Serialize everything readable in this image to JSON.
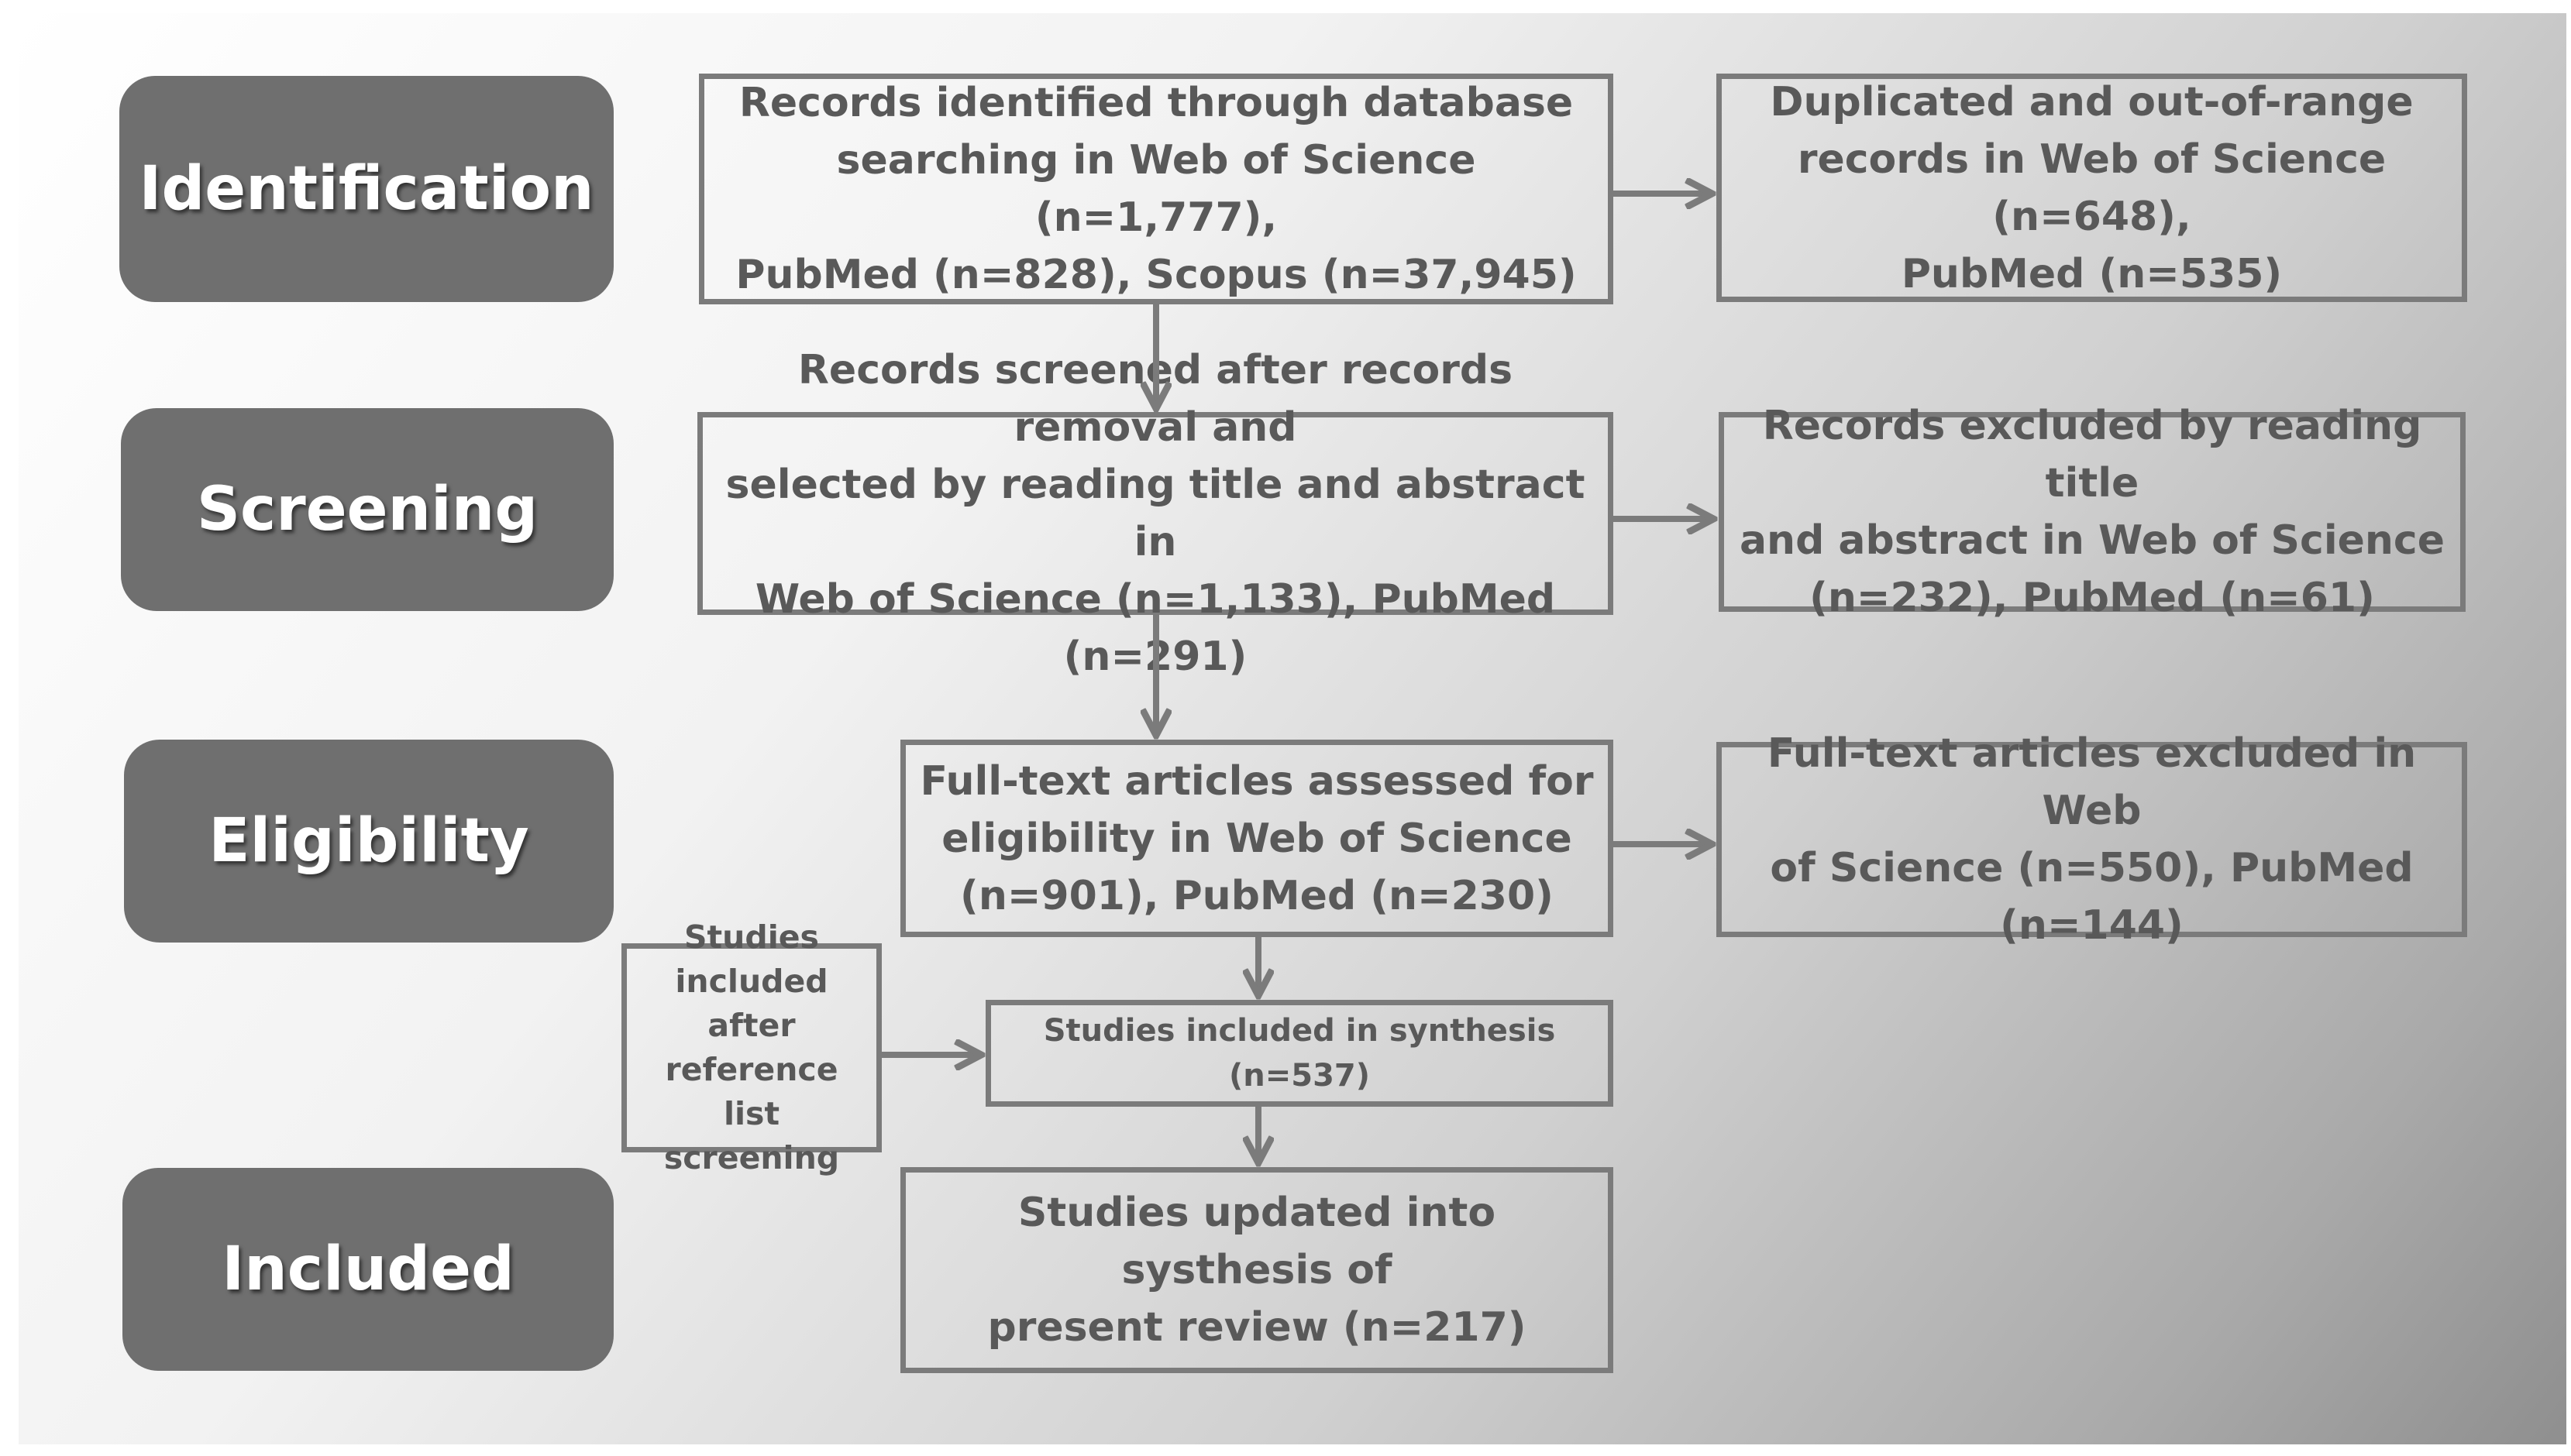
{
  "stages": {
    "identification": "Identification",
    "screening": "Screening",
    "eligibility": "Eligibility",
    "included": "Included"
  },
  "boxes": {
    "identified": "Records identified through database\nsearching in Web of Science (n=1,777),\nPubMed (n=828),  Scopus (n=37,945)",
    "duplicated": "Duplicated and out-of-range\nrecords in Web of Science (n=648),\nPubMed (n=535)",
    "screened": "Records screened after records removal and\nselected by reading title and abstract in\nWeb of Science (n=1,133), PubMed (n=291)",
    "excluded_title": "Records excluded by reading title\nand abstract in Web of Science\n(n=232), PubMed (n=61)",
    "fulltext_assessed": "Full-text articles assessed for\neligibility in Web of Science\n(n=901), PubMed (n=230)",
    "fulltext_excluded": "Full-text articles excluded in Web\nof Science (n=550), PubMed (n=144)",
    "reference_list": "Studies\nincluded after\nreference list\nscreening",
    "synthesis": "Studies included in synthesis (n=537)",
    "updated": "Studies updated into systhesis of\npresent review (n=217)"
  },
  "colors": {
    "stage_fill": "#6f6f6f",
    "box_border": "#7b7b7b",
    "text": "#595959",
    "arrow": "#7b7b7b"
  }
}
